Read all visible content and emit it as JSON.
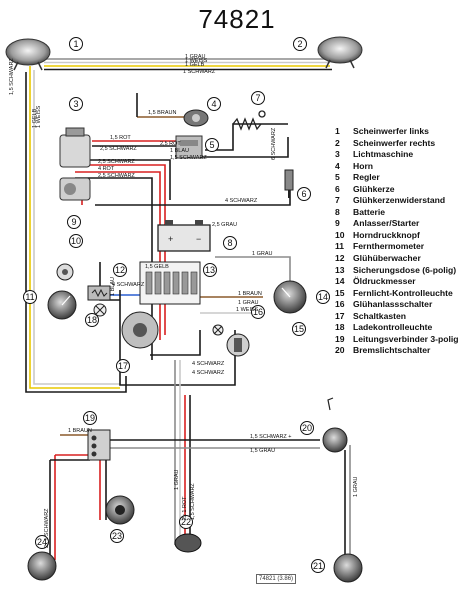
{
  "title": "74821",
  "legend": [
    {
      "num": "1",
      "label": "Scheinwerfer links"
    },
    {
      "num": "2",
      "label": "Scheinwerfer rechts"
    },
    {
      "num": "3",
      "label": "Lichtmaschine"
    },
    {
      "num": "4",
      "label": "Horn"
    },
    {
      "num": "5",
      "label": "Regler"
    },
    {
      "num": "6",
      "label": "Glühkerze"
    },
    {
      "num": "7",
      "label": "Glühkerzenwiderstand"
    },
    {
      "num": "8",
      "label": "Batterie"
    },
    {
      "num": "9",
      "label": "Anlasser/Starter"
    },
    {
      "num": "10",
      "label": "Horndruckknopf"
    },
    {
      "num": "11",
      "label": "Fernthermometer"
    },
    {
      "num": "12",
      "label": "Glühüberwacher"
    },
    {
      "num": "13",
      "label": "Sicherungsdose (6-polig)"
    },
    {
      "num": "14",
      "label": "Öldruckmesser"
    },
    {
      "num": "15",
      "label": "Fernlicht-Kontrolleuchte"
    },
    {
      "num": "16",
      "label": "Glühanlassschalter"
    },
    {
      "num": "17",
      "label": "Schaltkasten"
    },
    {
      "num": "18",
      "label": "Ladekontrolleuchte"
    },
    {
      "num": "19",
      "label": "Leitungsverbinder 3-polig"
    },
    {
      "num": "20",
      "label": "Bremslichtschalter"
    }
  ],
  "wire_labels": {
    "grau_top": "1 GRAU",
    "weiss_top": "1 WEISS",
    "gelb_top": "1 GELB",
    "schwarz_top": "1 SCHWARZ",
    "gelb_vert": "1 GELB",
    "weiss_vert": "1 WEISS",
    "schwarz_vert_left": "1,5 SCHWARZ",
    "braun_15": "1,5 BRAUN",
    "rot_15": "1,5 ROT",
    "schwarz_25a": "2,5 SCHWARZ",
    "schwarz_15": "1,5 SCHWARZ",
    "blau_1": "1 BLAU",
    "schwarz_25b": "2,5 SCHWARZ",
    "rot_25a": "2,5 ROT",
    "rot_4": "4 ROT",
    "schwarz_25c": "2,5 SCHWARZ",
    "schwarz_4a": "4 SCHWARZ",
    "schwarz_6": "6 SCHWARZ",
    "grau_25": "2,5 GRAU",
    "grau_1_right": "1 GRAU",
    "gelb_15": "1,5 GELB",
    "blau_box": "1 BLAU",
    "schwarz_4b": "4 SCHWARZ",
    "braun_1": "1 BRAUN",
    "grau_1_mid": "1 GRAU",
    "weiss_1_mid": "1 WEISS",
    "schwarz_4c": "4 SCHWARZ",
    "schwarz_4d": "4 SCHWARZ",
    "braun_lower": "1 BRAUN",
    "schwarz_lower": "1,5 SCHWARZ +",
    "grau_lower": "1,5 GRAU",
    "grau_vert_right": "1 GRAU",
    "rot_vert": "2x 1 ROT",
    "schwarz_vert_lower": "2x 1 SCHWARZ",
    "schwarz_vert_15": "1,5 SCHWARZ",
    "grau_vert_mid": "1 GRAU",
    "stamp_text": "74821 (3.86)"
  },
  "colors": {
    "wire_black": "#1a1a1a",
    "wire_red": "#d92020",
    "wire_yellow": "#e9c800",
    "wire_grey": "#8c8c8c",
    "wire_brown": "#8b5a2b",
    "wire_blue": "#2a5fd0",
    "wire_white": "#c9c9c9",
    "component": "#3a3a3a",
    "text": "#111111"
  }
}
